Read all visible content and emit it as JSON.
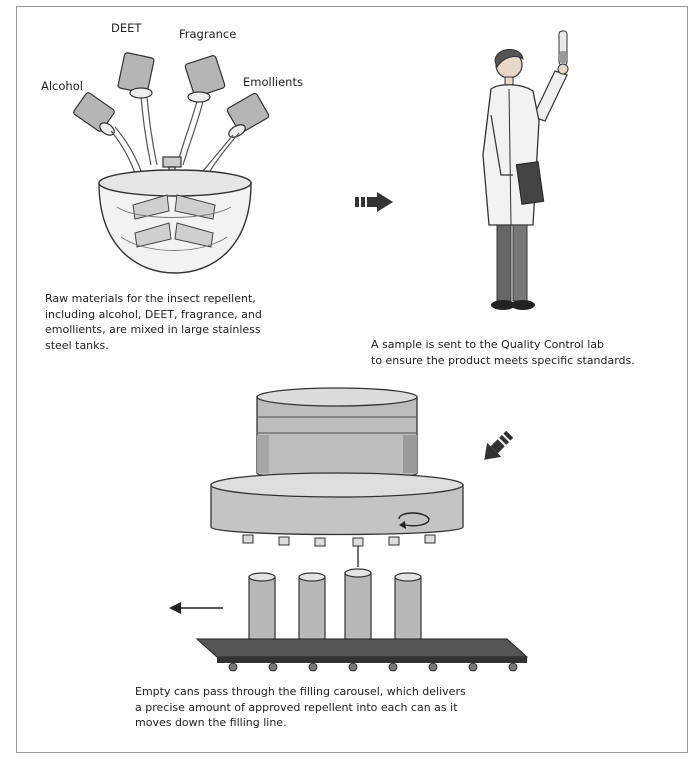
{
  "step1": {
    "labels": {
      "alcohol": "Alcohol",
      "deet": "DEET",
      "fragrance": "Fragrance",
      "emollients": "Emollients"
    },
    "caption": "Raw materials for the insect repellent,\nincluding alcohol, DEET, fragrance, and\nemollients, are mixed in large stainless\nsteel tanks."
  },
  "step2": {
    "caption": "A sample is sent to the Quality Control lab\nto ensure the product meets specific standards."
  },
  "step3": {
    "caption": "Empty cans pass through the filling carousel, which delivers\na precise amount of approved repellent into each can as it\nmoves down the filling line."
  },
  "colors": {
    "ink": "#222222",
    "gray_dark": "#6e6e6e",
    "gray_mid": "#a8a8a8",
    "gray_light": "#d4d4d4",
    "belt": "#4a4a4a"
  },
  "icons": {
    "arrow_right": "process-arrow-right-icon",
    "arrow_down_left": "process-arrow-down-left-icon",
    "direction_left": "direction-arrow-left-icon",
    "rotation": "rotation-arrow-icon"
  }
}
